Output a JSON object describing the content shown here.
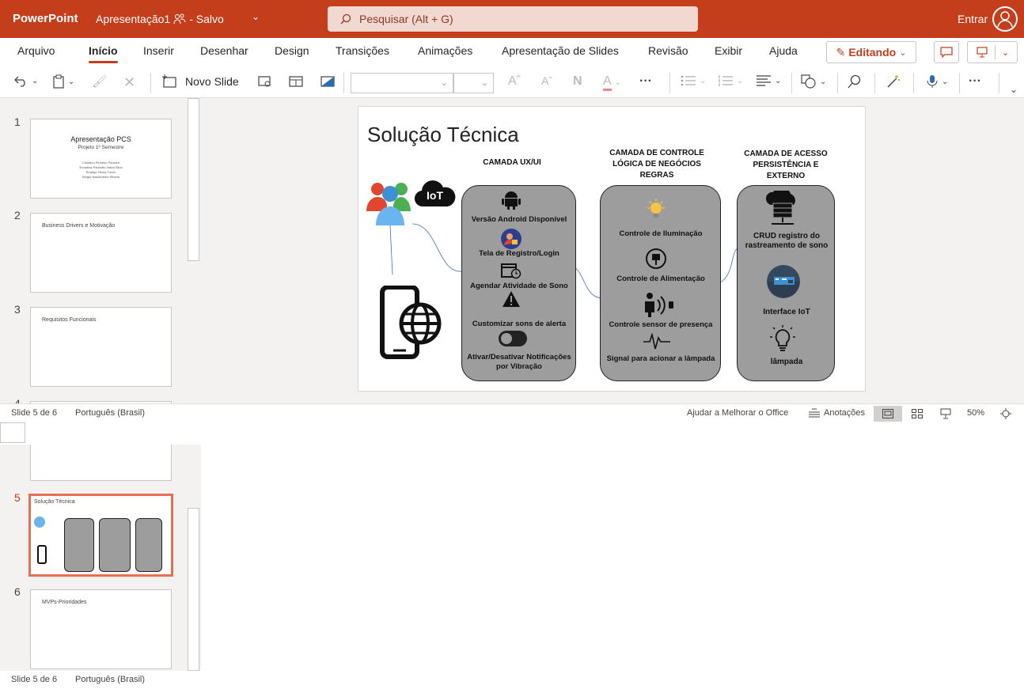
{
  "app": {
    "brand": "PowerPoint",
    "doc_name": "Apresentação1",
    "save_status": "- Salvo",
    "search_placeholder": "Pesquisar (Alt + G)",
    "sign_in": "Entrar"
  },
  "tabs": [
    "Arquivo",
    "Início",
    "Inserir",
    "Desenhar",
    "Design",
    "Transições",
    "Animações",
    "Apresentação de Slides",
    "Revisão",
    "Exibir",
    "Ajuda"
  ],
  "active_tab": "Início",
  "editing_label": "Editando",
  "toolbar": {
    "new_slide": "Novo Slide"
  },
  "thumbnails": [
    {
      "num": "1",
      "title": "Apresentação PCS",
      "subtitle": "Projeto 1º Semestre",
      "names": [
        "Cristiano Pinheiro Panzieri",
        "Ernadina Parizotto Viana Silva",
        "Rodrigo Henry Turcio",
        "Sérgio Nascimento Ribeiro"
      ]
    },
    {
      "num": "2",
      "title": "Business Drivers e Motivação"
    },
    {
      "num": "3",
      "title": "Requisitos Funcionais"
    },
    {
      "num": "4",
      "title": ""
    },
    {
      "num": "5",
      "title": "Solução Técnica"
    },
    {
      "num": "6",
      "title": "MVPs-Prioridades"
    }
  ],
  "slide": {
    "title": "Solução Técnica",
    "iot_label": "IoT",
    "columns": [
      {
        "header": "CAMADA UX/UI",
        "items": [
          "Versão Android Disponível",
          "Tela de Registro/Login",
          "Agendar Atividade de Sono",
          "Customizar sons de alerta",
          "Ativar/Desativar Notificações por Vibração"
        ]
      },
      {
        "header": "CAMADA DE CONTROLE LÓGICA DE NEGÓCIOS REGRAS",
        "items": [
          "Controle de Iluminação",
          "Controle de Alimentação",
          "Controle sensor de presença",
          "Signal para acionar a lâmpada"
        ]
      },
      {
        "header": "CAMADA DE ACESSO PERSISTÊNCIA E EXTERNO",
        "items": [
          "CRUD registro do rastreamento de sono",
          "Interface IoT",
          "lâmpada"
        ]
      }
    ]
  },
  "status": {
    "slide_counter": "Slide 5 de 6",
    "language": "Português (Brasil)",
    "help": "Ajudar a Melhorar o Office",
    "notes": "Anotações",
    "zoom": "50%"
  },
  "colors": {
    "accent": "#c43e1c",
    "selected_thumb": "#e96f52",
    "layer_box": "#9d9d9d"
  }
}
